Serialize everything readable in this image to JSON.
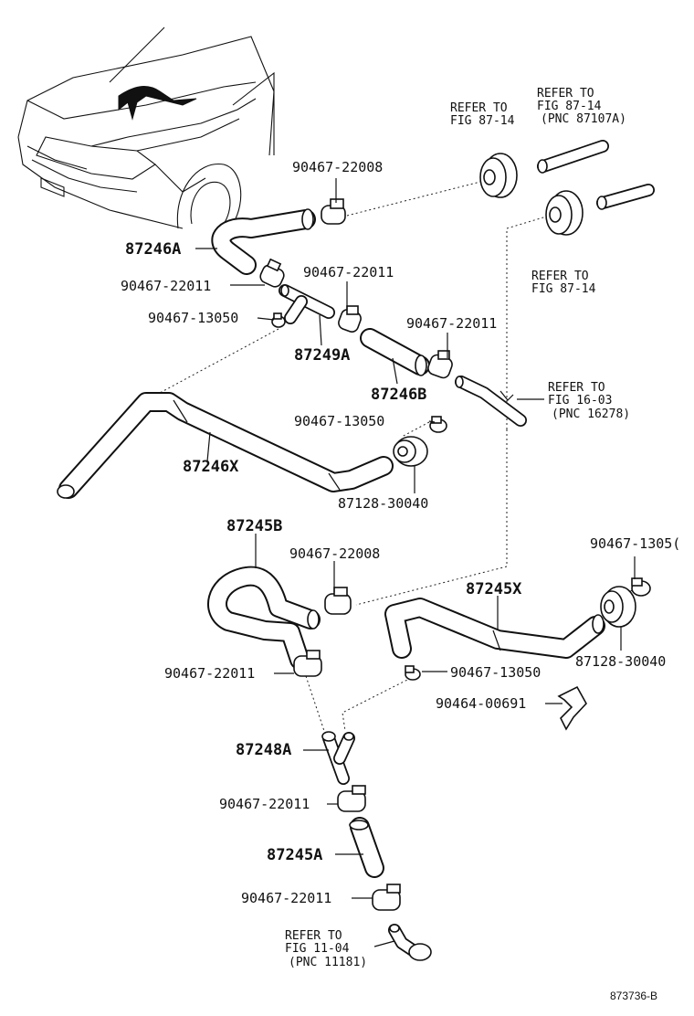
{
  "diagram": {
    "figure_code": "873736-B",
    "references": {
      "ref_top_left": {
        "line1": "REFER TO",
        "line2": "FIG 87-14"
      },
      "ref_top_right": {
        "line1": "REFER TO",
        "line2": "FIG 87-14",
        "line3": "(PNC 87107A)"
      },
      "ref_right_mid": {
        "line1": "REFER TO",
        "line2": "FIG 87-14"
      },
      "ref_16_03": {
        "line1": "REFER TO",
        "line2": "FIG 16-03",
        "line3": "(PNC 16278)"
      },
      "ref_11_04": {
        "line1": "REFER TO",
        "line2": "FIG 11-04",
        "line3": "(PNC 11181)"
      }
    },
    "labels": {
      "p_90467_22008_a": "90467-22008",
      "p_87246a": "87246A",
      "p_90467_22011_a": "90467-22011",
      "p_90467_22011_b": "90467-22011",
      "p_90467_13050_a": "90467-13050",
      "p_87249a": "87249A",
      "p_90467_22011_c": "90467-22011",
      "p_87246b": "87246B",
      "p_90467_13050_b": "90467-13050",
      "p_87246x": "87246X",
      "p_87128_30040_a": "87128-30040",
      "p_87245b": "87245B",
      "p_90467_22008_b": "90467-22008",
      "p_90467_1305_c": "90467-1305(",
      "p_87245x": "87245X",
      "p_87128_30040_b": "87128-30040",
      "p_90467_22011_d": "90467-22011",
      "p_90467_13050_d": "90467-13050",
      "p_90464_00691": "90464-00691",
      "p_87248a": "87248A",
      "p_90467_22011_e": "90467-22011",
      "p_87245a": "87245A",
      "p_90467_22011_f": "90467-22011"
    }
  }
}
